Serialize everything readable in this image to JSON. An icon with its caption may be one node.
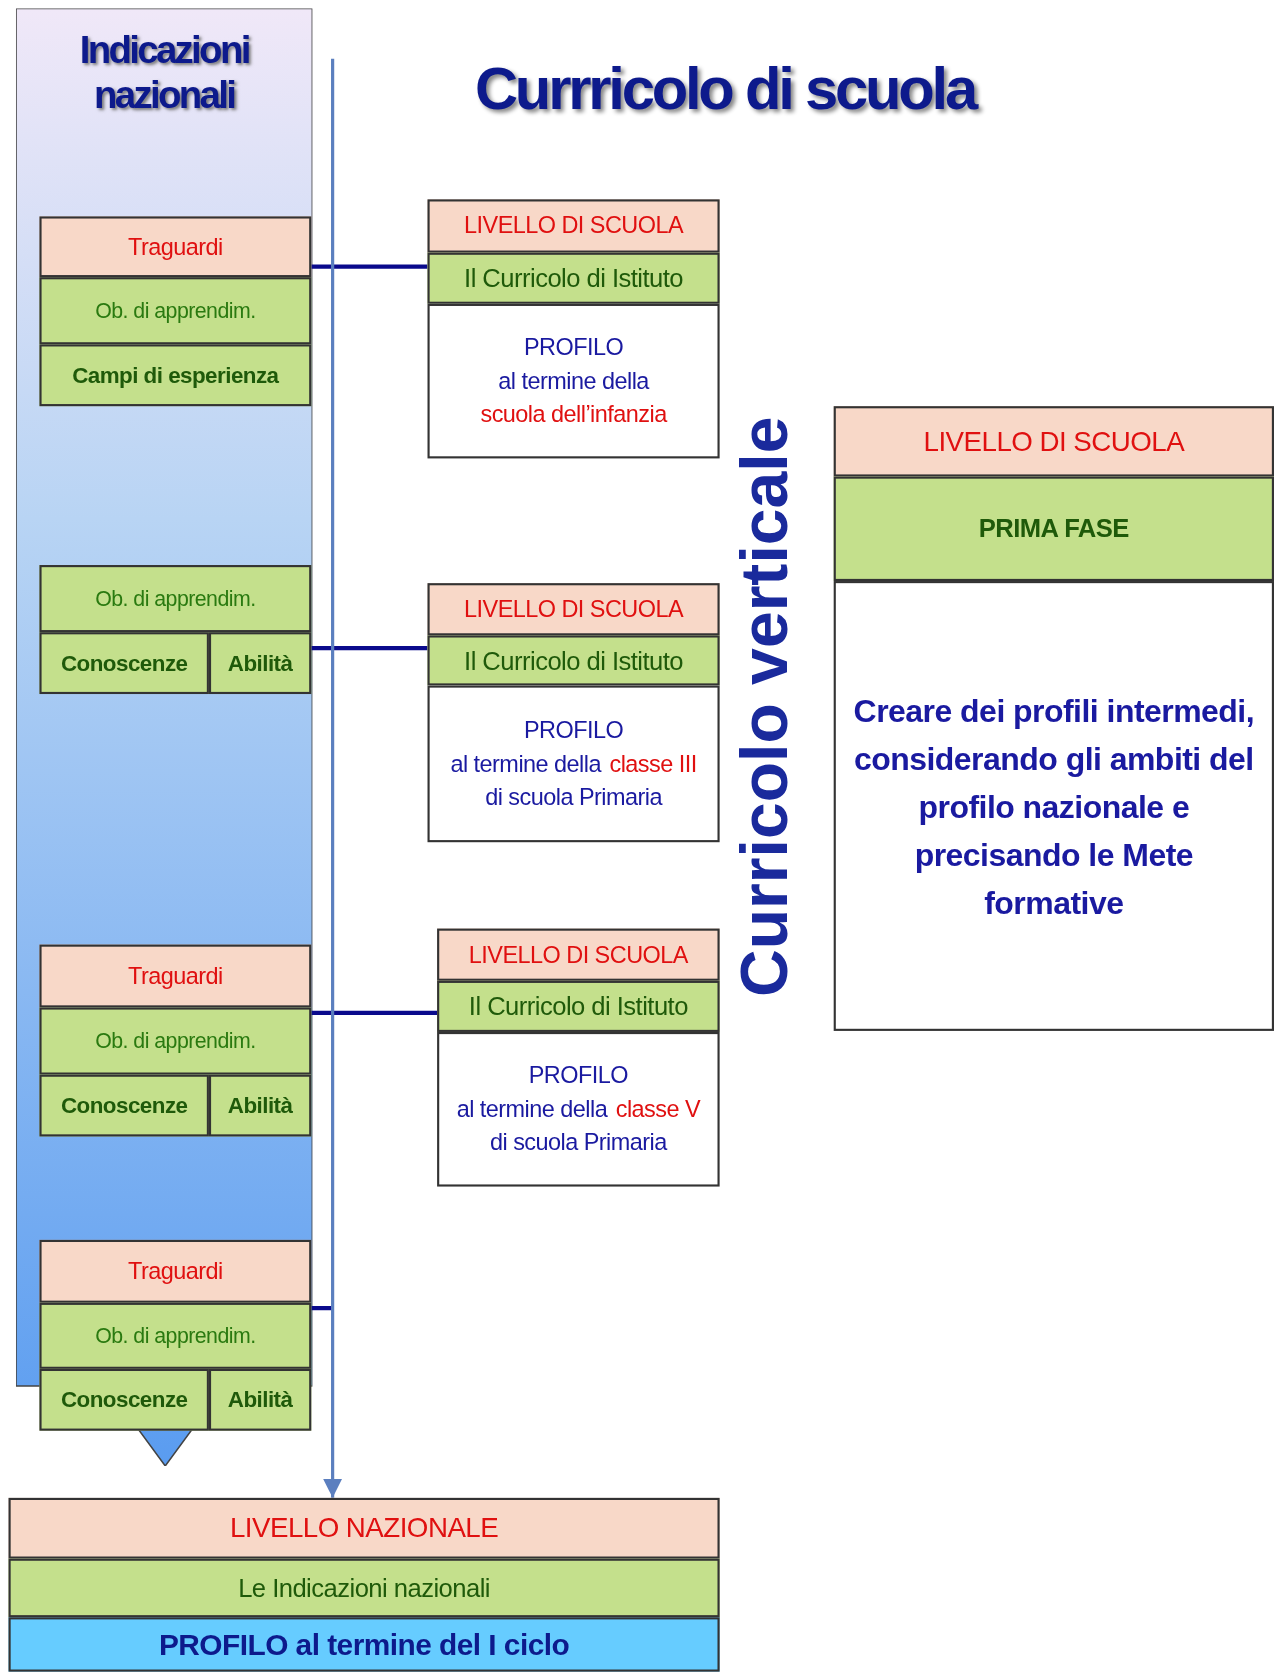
{
  "diagram": {
    "title": "Currricolo di scuola",
    "nodes": [
      {
        "text": [
          "Indicazioni nazionali"
        ]
      },
      {
        "text": [
          "Traguardi"
        ],
        "in": 0
      },
      {
        "text": [
          "Ob. di apprendim."
        ],
        "in": 0
      },
      {
        "text": [
          "Campi di esperienza"
        ],
        "in": 0
      },
      {
        "text": [
          "Ob. di apprendim."
        ],
        "in": 0
      },
      {
        "text": [
          "Conoscenze"
        ],
        "in": 0
      },
      {
        "text": [
          "Abilità"
        ],
        "in": 0
      },
      {
        "text": [
          "Traguardi"
        ],
        "in": 0
      },
      {
        "text": [
          "Ob. di apprendim."
        ],
        "in": 0
      },
      {
        "text": [
          "Conoscenze"
        ],
        "in": 0
      },
      {
        "text": [
          "Abilità"
        ],
        "in": 0
      },
      {
        "text": [
          "Traguardi"
        ],
        "in": 0
      },
      {
        "text": [
          "Ob. di apprendim."
        ],
        "in": 0
      },
      {
        "text": [
          "Conoscenze"
        ],
        "in": 0
      },
      {
        "text": [
          "Abilità"
        ],
        "in": 0
      },
      {
        "text": [
          "LIVELLO DI SCUOLA"
        ]
      },
      {
        "text": [
          "Il Curricolo di Istituto"
        ]
      },
      {
        "text": [
          "PROFILO",
          "al termine della",
          "scuola dell’infanzia"
        ]
      },
      {
        "text": [
          "LIVELLO DI SCUOLA"
        ]
      },
      {
        "text": [
          "Il Curricolo di Istituto"
        ]
      },
      {
        "text": [
          "PROFILO",
          "al termine della",
          "classe III",
          "di scuola Primaria"
        ]
      },
      {
        "text": [
          "LIVELLO DI SCUOLA"
        ]
      },
      {
        "text": [
          "Il Curricolo di Istituto"
        ]
      },
      {
        "text": [
          "PROFILO",
          "al termine della",
          "classe V",
          "di scuola Primaria"
        ]
      },
      {
        "text": [
          "LIVELLO NAZIONALE"
        ]
      },
      {
        "text": [
          "Le Indicazioni nazionali"
        ]
      },
      {
        "text": [
          "PROFILO al termine del I ciclo"
        ]
      },
      {
        "text": [
          "LIVELLO DI SCUOLA"
        ]
      },
      {
        "text": [
          "PRIMA FASE"
        ]
      },
      {
        "text": [
          "Creare dei profili intermedi, considerando gli ambiti del profilo nazionale e precisando le Mete formative"
        ]
      }
    ],
    "edges": [
      {
        "from": 1,
        "to": 16,
        "arrow": "none"
      },
      {
        "from": 6,
        "to": 19,
        "arrow": "none"
      },
      {
        "from": 8,
        "to": 22,
        "arrow": "none"
      },
      {
        "from": 12,
        "to": null,
        "arrow": "none"
      },
      {
        "from": null,
        "to": 24,
        "arrow": "to",
        "color": "#5b7fbf"
      }
    ],
    "labels": [
      "Curricolo verticale"
    ]
  }
}
